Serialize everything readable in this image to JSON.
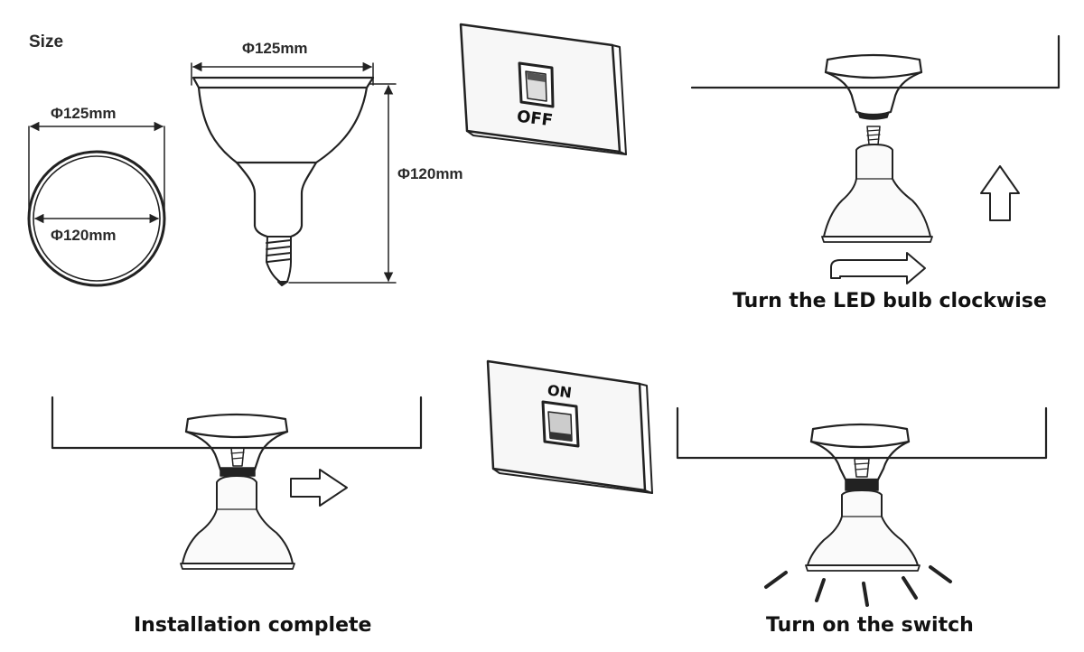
{
  "size_title": "Size",
  "dimensions": {
    "top_width": "Φ125mm",
    "height": "Φ120mm",
    "circle_outer": "Φ125mm",
    "circle_inner": "Φ120mm"
  },
  "switches": {
    "off_label": "OFF",
    "on_label": "ON"
  },
  "captions": {
    "step1": "Turn the LED bulb clockwise",
    "step2": "Installation complete",
    "step3": "Turn on the switch"
  }
}
